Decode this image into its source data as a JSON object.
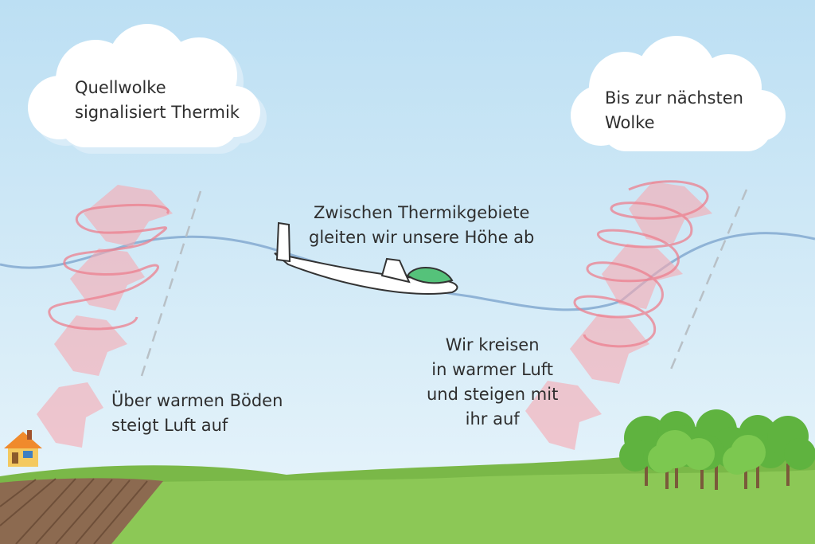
{
  "labels": {
    "cloud_left": [
      "Quellwolke",
      "signalisiert Thermik"
    ],
    "cloud_right": [
      "Bis zur nächsten",
      "Wolke"
    ],
    "glide": [
      "Zwischen Thermikgebiete",
      "gleiten wir unsere Höhe ab"
    ],
    "circle": [
      "Wir kreisen",
      "in warmer Luft",
      "und steigen mit",
      "ihr auf"
    ],
    "rise": [
      "Über warmen Böden",
      "steigt Luft auf"
    ]
  },
  "colors": {
    "sky_top": "#bcdff3",
    "sky_bottom": "#e9f5fb",
    "cloud": "#ffffff",
    "cloud_shadow": "#d9ecf8",
    "thermal_arrow": "#f7a9b0",
    "thermal_spiral": "#ec7f8d",
    "flight_path": "#8fb3d6",
    "grass": "#8cc856",
    "grass_dark": "#7ab848",
    "field": "#8c6a50",
    "field_lines": "#6e4f39",
    "tree": "#5fb33f",
    "tree_light": "#7cc850",
    "house_roof": "#f08a2c",
    "house_wall": "#f4c95f",
    "glider_canopy": "#55c27a"
  },
  "icons": [
    "cloud-icon",
    "glider-icon",
    "house-icon",
    "tree-icon",
    "thermal-arrow-icon"
  ]
}
